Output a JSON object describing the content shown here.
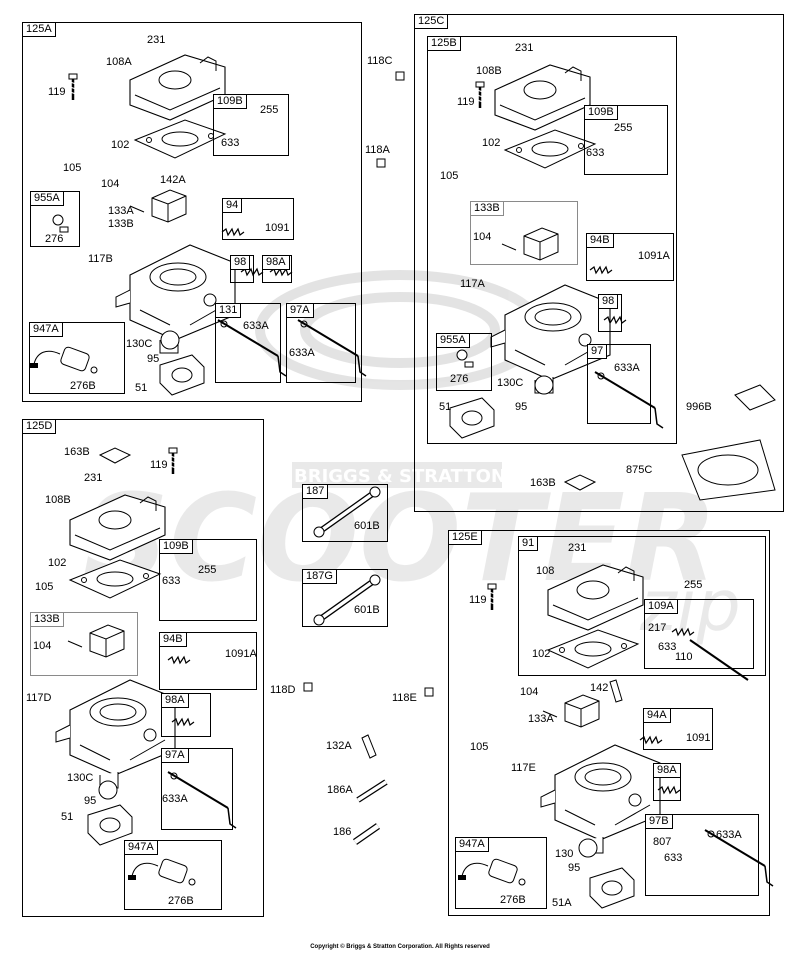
{
  "watermark": {
    "brand": "BRIGGS & STRATTON",
    "word": "SCOOTER",
    "suffix": "zip"
  },
  "copyright": "Copyright © Briggs & Stratton Corporation. All Rights reserved",
  "groups": [
    {
      "id": "125A"
    },
    {
      "id": "109B-a"
    },
    {
      "id": "955A-a"
    },
    {
      "id": "94"
    },
    {
      "id": "98-a"
    },
    {
      "id": "98A-a"
    },
    {
      "id": "131"
    },
    {
      "id": "97A-a"
    },
    {
      "id": "947A-a"
    },
    {
      "id": "125C"
    },
    {
      "id": "125B"
    },
    {
      "id": "109B-b"
    },
    {
      "id": "133B-b"
    },
    {
      "id": "94B-b"
    },
    {
      "id": "98-b"
    },
    {
      "id": "955A-b"
    },
    {
      "id": "97"
    },
    {
      "id": "125D"
    },
    {
      "id": "109B-d"
    },
    {
      "id": "133B-d"
    },
    {
      "id": "94B-d"
    },
    {
      "id": "98A-d"
    },
    {
      "id": "97A-d"
    },
    {
      "id": "947A-d"
    },
    {
      "id": "187"
    },
    {
      "id": "187G"
    },
    {
      "id": "125E"
    },
    {
      "id": "91"
    },
    {
      "id": "109A"
    },
    {
      "id": "94A"
    },
    {
      "id": "98A-e"
    },
    {
      "id": "97B"
    },
    {
      "id": "947A-e"
    }
  ],
  "group_titles": {
    "g125A": "125A",
    "g109Ba": "109B",
    "g955Aa": "955A",
    "g94": "94",
    "g98a": "98",
    "g98Aa": "98A",
    "g131": "131",
    "g97Aa": "97A",
    "g947Aa": "947A",
    "g125C": "125C",
    "g125B": "125B",
    "g109Bb": "109B",
    "g133Bb": "133B",
    "g94Bb": "94B",
    "g98b": "98",
    "g955Ab": "955A",
    "g97": "97",
    "g125D": "125D",
    "g109Bd": "109B",
    "g133Bd": "133B",
    "g94Bd": "94B",
    "g98Ad": "98A",
    "g97Ad": "97A",
    "g947Ad": "947A",
    "g187": "187",
    "g187G": "187G",
    "g125E": "125E",
    "g91": "91",
    "g109A": "109A",
    "g94A": "94A",
    "g98Ae": "98A",
    "g97B": "97B",
    "g947Ae": "947A"
  },
  "labels": [
    "231",
    "108A",
    "119",
    "109B",
    "255",
    "633",
    "102",
    "105",
    "104",
    "142A",
    "955A",
    "276",
    "94",
    "1091",
    "133A",
    "133B",
    "117B",
    "98",
    "98A",
    "947A",
    "131",
    "633A",
    "97A",
    "633A",
    "130C",
    "95",
    "276B",
    "51",
    "118C",
    "118A",
    "231",
    "108B",
    "119",
    "255",
    "633",
    "102",
    "105",
    "104",
    "1091A",
    "117A",
    "633A",
    "130C",
    "276",
    "95",
    "51",
    "996B",
    "875C",
    "163B",
    "163B",
    "119",
    "231",
    "108B",
    "102",
    "255",
    "633",
    "105",
    "104",
    "1091A",
    "117D",
    "130C",
    "633A",
    "95",
    "51",
    "276B",
    "601B",
    "601B",
    "118D",
    "118E",
    "132A",
    "186A",
    "186",
    "231",
    "119",
    "108",
    "255",
    "217",
    "633",
    "102",
    "110",
    "104",
    "142",
    "133A",
    "1091",
    "105",
    "117E",
    "807",
    "633A",
    "633",
    "130",
    "95",
    "276B",
    "51A"
  ]
}
